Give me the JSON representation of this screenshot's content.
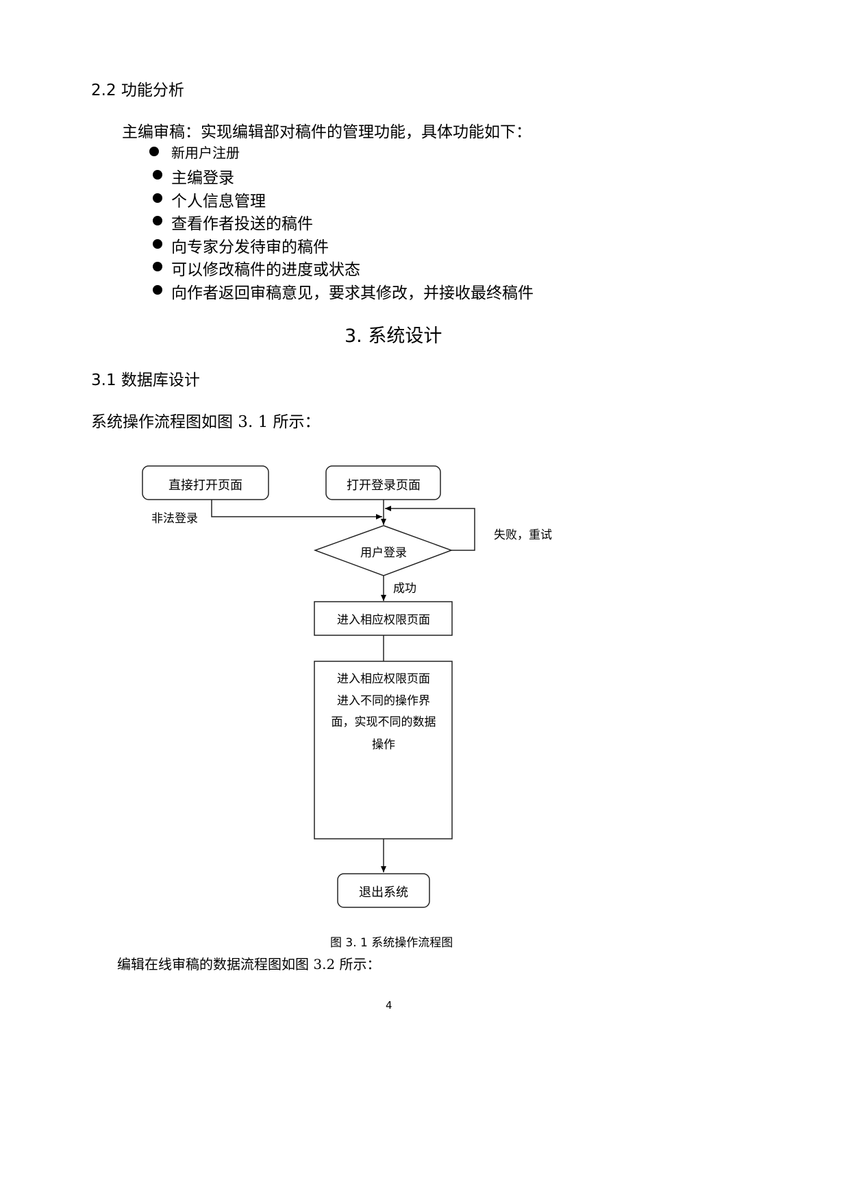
{
  "section_2_2": {
    "heading": "2.2  功能分析",
    "intro": "主编审稿：实现编辑部对稿件的管理功能，具体功能如下：",
    "bullets": [
      "新用户注册",
      "主编登录",
      "个人信息管理",
      "查看作者投送的稿件",
      "向专家分发待审的稿件",
      "可以修改稿件的进度或状态",
      "向作者返回审稿意见，要求其修改，并接收最终稿件"
    ]
  },
  "chapter_3": {
    "title": "3. 系统设计"
  },
  "section_3_1": {
    "heading": "3.1 数据库设计",
    "intro": "系统操作流程图如图 3. 1 所示："
  },
  "flowchart": {
    "box_direct_open": "直接打开页面",
    "box_open_login": "打开登录页面",
    "label_illegal_login": "非法登录",
    "label_fail_retry": "失败，重试",
    "diamond_user_login": "用户登录",
    "label_success": "成功",
    "box_enter_permission": "进入相应权限页面",
    "box_big_lines": [
      "进入相应权限页面",
      "进入不同的操作界",
      "面，实现不同的数据",
      "操作"
    ],
    "box_exit": "退出系统"
  },
  "figure_caption": "图 3. 1  系统操作流程图",
  "next_paragraph": "编辑在线审稿的数据流程图如图 3.2 所示：",
  "page_number": "4"
}
